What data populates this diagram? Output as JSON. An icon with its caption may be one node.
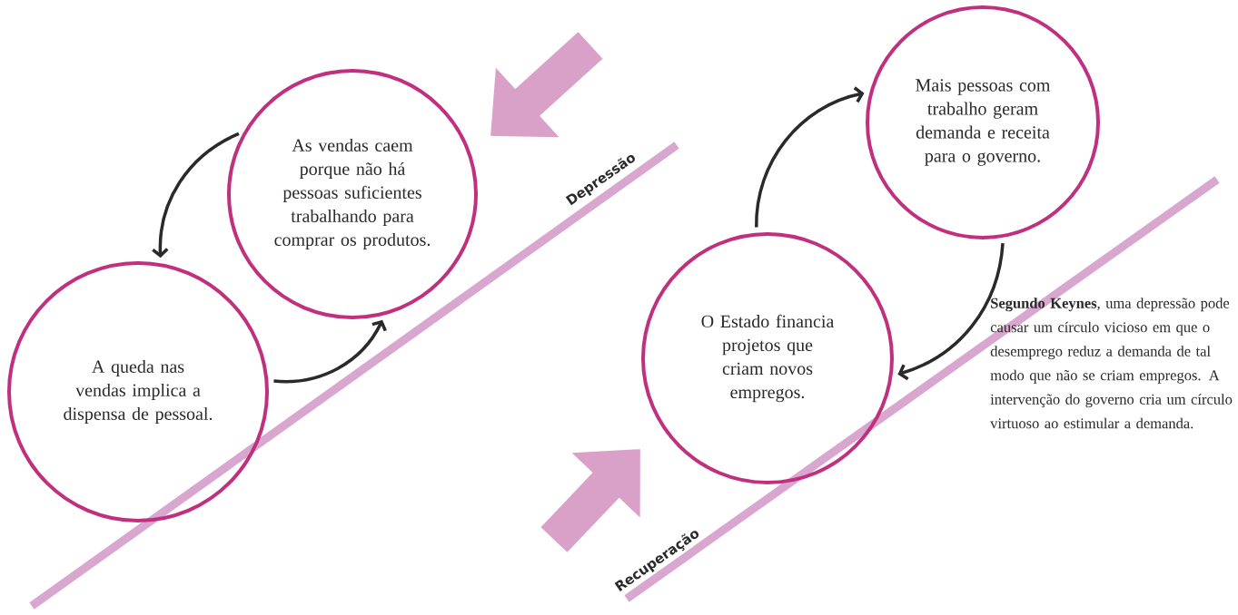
{
  "diagram": {
    "nodes": [
      {
        "text": [
          "A queda nas vendas implica a dispensa de pessoal."
        ]
      },
      {
        "text": [
          "As vendas caem porque não há pessoas suficientes trabalhando para comprar os produtos."
        ]
      },
      {
        "text": [
          "O Estado financia projetos que criam novos empregos."
        ]
      },
      {
        "text": [
          "Mais pessoas com trabalho geram demanda e receita para o governo."
        ]
      }
    ],
    "edges": [
      {
        "from": 1,
        "to": 0,
        "arrow": "to"
      },
      {
        "from": 0,
        "to": 1,
        "arrow": "to"
      },
      {
        "from": 2,
        "to": 3,
        "arrow": "to"
      },
      {
        "from": 3,
        "to": 2,
        "arrow": "to"
      }
    ],
    "labels": [
      "Depressão",
      "Recuperação",
      "**Segundo Keynes**, uma depressão pode causar um círculo vicioso em que o desemprego reduz a demanda de tal modo que não se criam empregos. A intervenção do governo cria um círculo virtuoso ao estimular a demanda."
    ]
  }
}
